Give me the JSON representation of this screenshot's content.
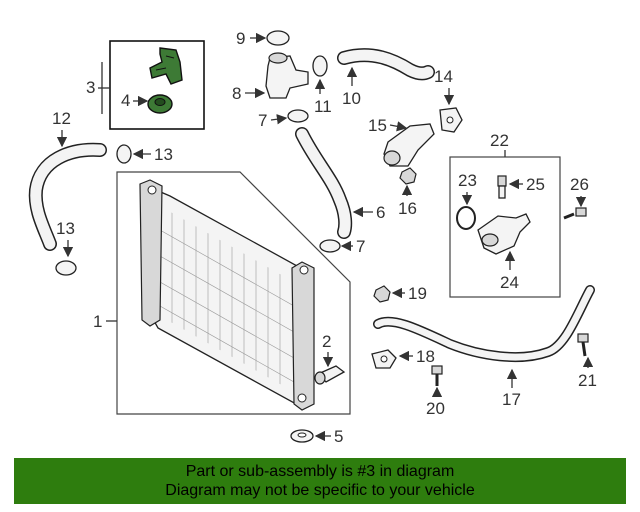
{
  "labels": {
    "p1": "1",
    "p2": "2",
    "p3": "3",
    "p4": "4",
    "p5": "5",
    "p6": "6",
    "p7a": "7",
    "p7b": "7",
    "p8": "8",
    "p9": "9",
    "p10": "10",
    "p11": "11",
    "p12": "12",
    "p13a": "13",
    "p13b": "13",
    "p14": "14",
    "p15": "15",
    "p16": "16",
    "p17": "17",
    "p18": "18",
    "p19": "19",
    "p20": "20",
    "p21": "21",
    "p22": "22",
    "p23": "23",
    "p24": "24",
    "p25": "25",
    "p26": "26"
  },
  "colors": {
    "highlight_part": "#3d7a35",
    "banner_bg": "#2e7d0e"
  },
  "banner": {
    "line1": "Part or sub-assembly is #3 in diagram",
    "line2": "Diagram may not be specific to your vehicle"
  }
}
